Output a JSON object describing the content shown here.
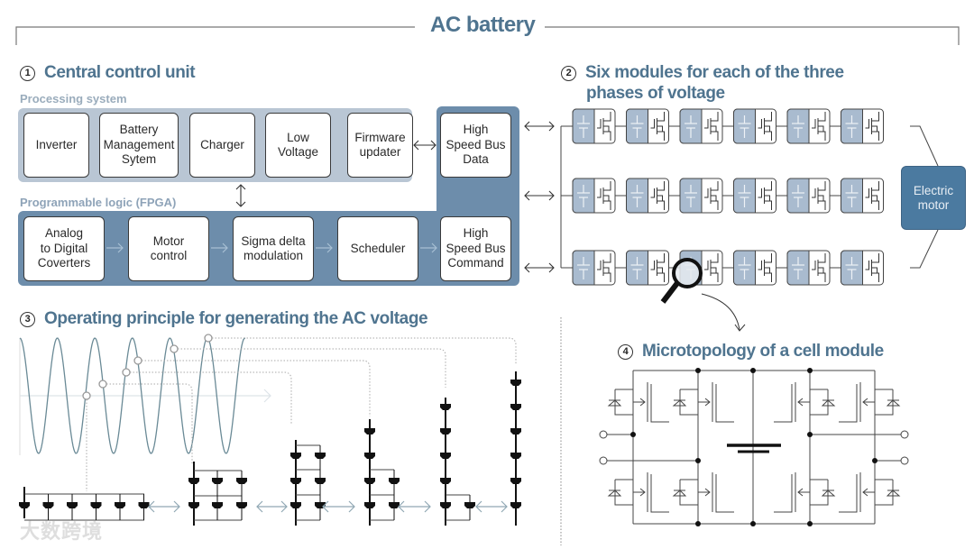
{
  "title": "AC battery",
  "sections": {
    "central_control": {
      "number": "1",
      "title": "Central control unit",
      "processing_label": "Processing system",
      "fpga_label": "Programmable logic (FPGA)",
      "processing_boxes": [
        "Inverter",
        "Battery\nManagement\nSytem",
        "Charger",
        "Low\nVoltage",
        "Firmware\nupdater"
      ],
      "bus_data": "High\nSpeed Bus\nData",
      "fpga_boxes": [
        "Analog\nto Digital\nCoverters",
        "Motor\ncontrol",
        "Sigma delta\nmodulation",
        "Scheduler"
      ],
      "bus_command": "High\nSpeed Bus\nCommand"
    },
    "modules": {
      "number": "2",
      "title_line1": "Six modules for each of the three",
      "title_line2": "phases of voltage",
      "phases": 3,
      "modules_per_phase": 6,
      "motor_label": "Electric\nmotor",
      "icons": [
        "battery-cell-icon",
        "mosfet-icon",
        "bidirectional-arrow-icon",
        "magnifier-icon"
      ]
    },
    "operating_principle": {
      "number": "3",
      "title": "Operating principle for generating the AC voltage",
      "waveform": "sine",
      "sample_points": 6,
      "configurations": [
        {
          "series": 1,
          "parallel": 6
        },
        {
          "series": 2,
          "parallel": 3
        },
        {
          "series": 3,
          "parallel": 2
        },
        {
          "series": 4,
          "parallel_tail": 2
        },
        {
          "series": 5,
          "parallel_tail": 1
        },
        {
          "series": 6,
          "parallel": 1
        }
      ]
    },
    "microtopology": {
      "number": "4",
      "title": "Microtopology of a cell module",
      "switches": 8,
      "terminals": 4
    }
  },
  "watermark": "大数跨境",
  "colors": {
    "accent": "#4f748f",
    "panel_light": "#b9c6d4",
    "panel_dark": "#6d8dab",
    "motor": "#4b7aa0"
  }
}
